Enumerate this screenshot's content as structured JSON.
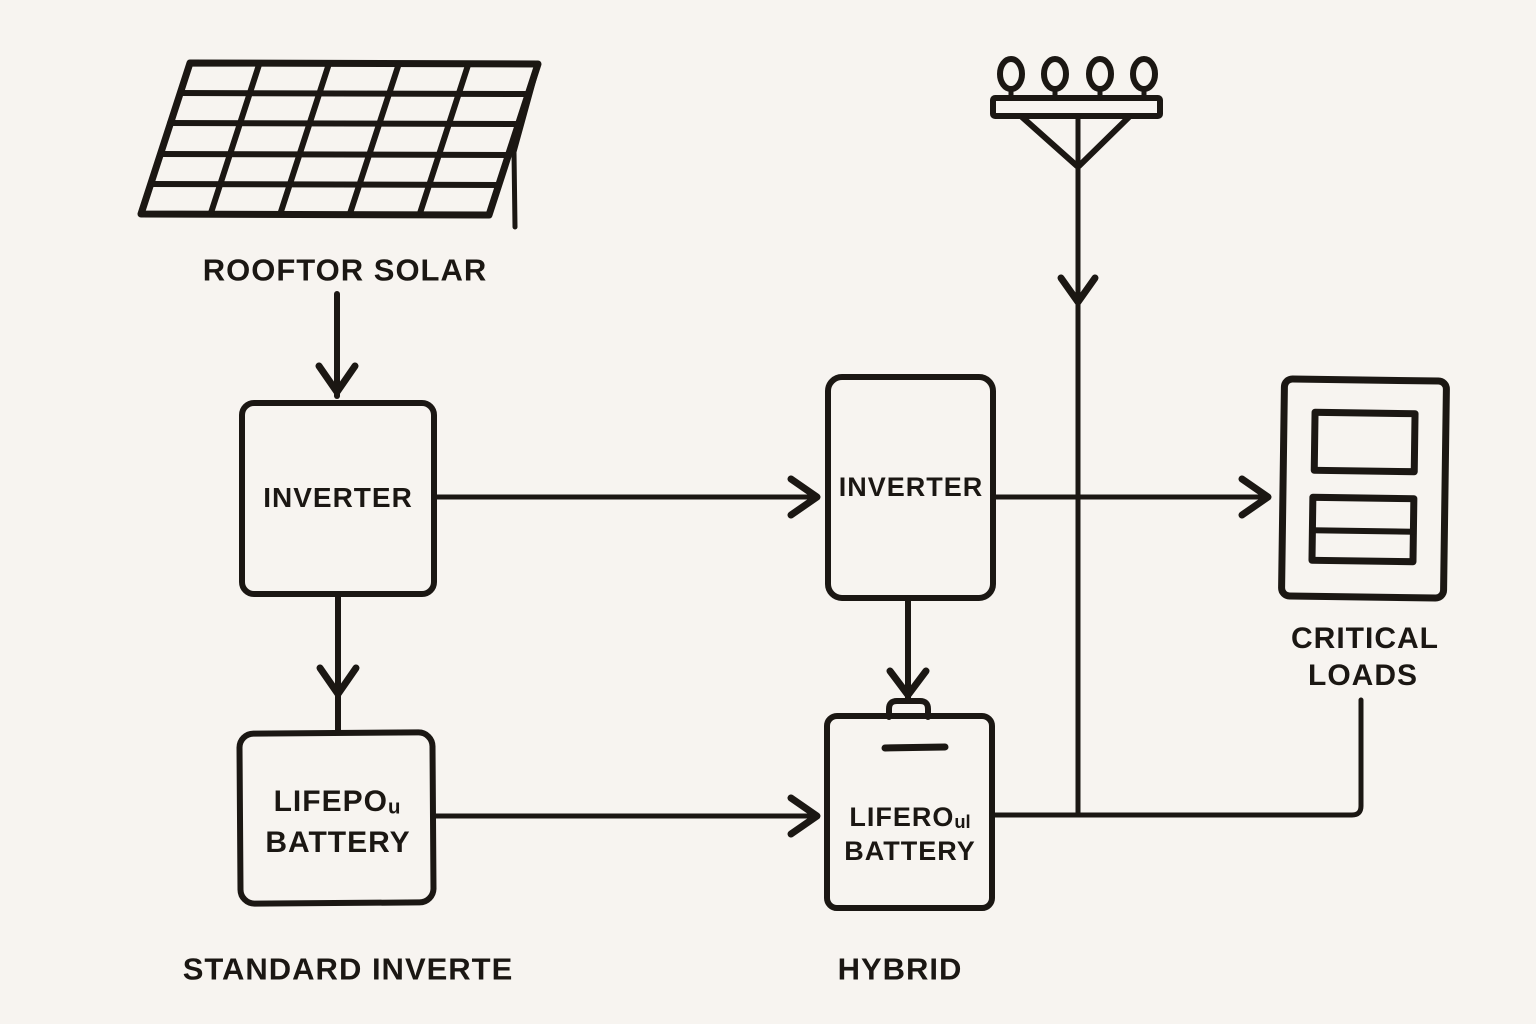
{
  "colors": {
    "ink": "#1b1713",
    "background": "#f7f4f0"
  },
  "solar": {
    "icon": "solar-panel-icon",
    "caption": "ROOFTOR SOLAR"
  },
  "standard_system": {
    "inverter_label": "INVERTER",
    "battery_line1_main": "LIFEPO",
    "battery_line1_sub": "u",
    "battery_line2": "BATTERY",
    "caption": "STANDARD INVERTE"
  },
  "hybrid_system": {
    "inverter_label": "INVERTER",
    "battery_line1_main": "LIFERO",
    "battery_line1_sub": "ul",
    "battery_line2": "BATTERY",
    "caption": "HYBRID"
  },
  "grid": {
    "icon": "utility-pole-icon"
  },
  "loads": {
    "icon": "breaker-panel-icon",
    "line1": "CRITICAL",
    "line2": "LOADS"
  }
}
